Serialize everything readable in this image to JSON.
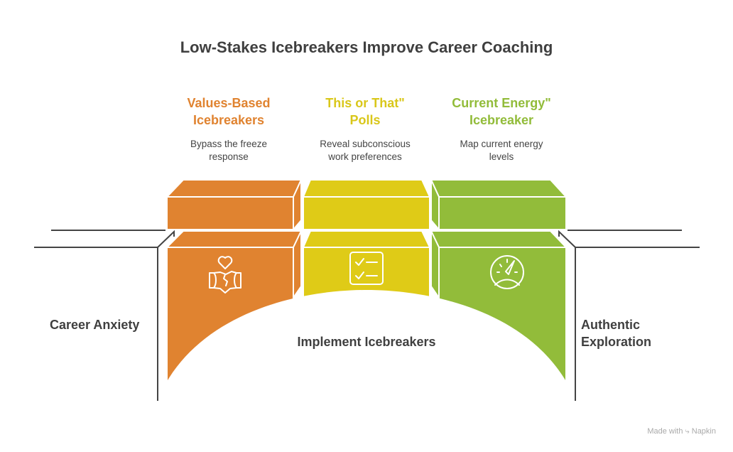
{
  "title": "Low-Stakes Icebreakers Improve Career Coaching",
  "steps": [
    {
      "heading_1": "Values-Based",
      "heading_2": "Icebreakers",
      "desc_1": "Bypass the freeze",
      "desc_2": "response",
      "icon": "handshake-heart-icon",
      "color": "#e08330"
    },
    {
      "heading_1": "This or That\"",
      "heading_2": "Polls",
      "desc_1": "Reveal subconscious",
      "desc_2": "work preferences",
      "icon": "checklist-icon",
      "color": "#dfcb17"
    },
    {
      "heading_1": "Current Energy\"",
      "heading_2": "Icebreaker",
      "desc_1": "Map current energy",
      "desc_2": "levels",
      "icon": "gauge-icon",
      "color": "#92bc3a"
    }
  ],
  "left_label": "Career Anxiety",
  "center_label": "Implement Icebreakers",
  "right_label_1": "Authentic",
  "right_label_2": "Exploration",
  "footer": {
    "made_with": "Made with",
    "brand": "Napkin"
  }
}
